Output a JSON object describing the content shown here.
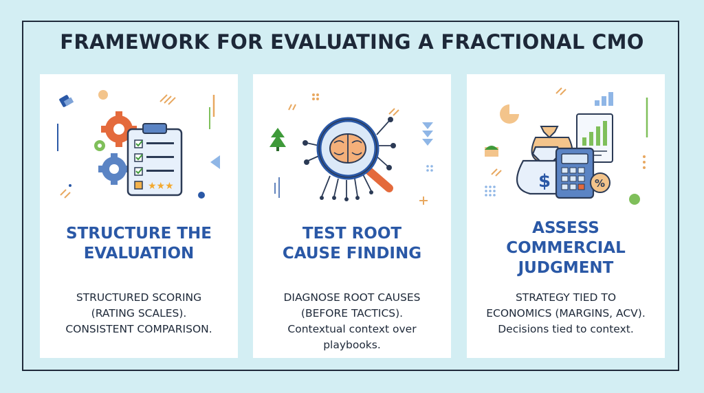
{
  "title": "FRAMEWORK FOR EVALUATING A FRACTIONAL CMO",
  "cards": [
    {
      "heading": [
        "STRUCTURE THE",
        "EVALUATION"
      ],
      "body": [
        "STRUCTURED SCORING",
        "(RATING SCALES).",
        "CONSISTENT COMPARISON."
      ],
      "icon": "clipboard-gears-icon"
    },
    {
      "heading": [
        "TEST ROOT",
        "CAUSE FINDING"
      ],
      "body": [
        "DIAGNOSE ROOT CAUSES",
        "(BEFORE TACTICS).",
        "Contextual context over",
        "playbooks."
      ],
      "icon": "brain-magnifier-icon"
    },
    {
      "heading": [
        "ASSESS",
        "COMMERCIAL",
        "JUDGMENT"
      ],
      "body": [
        "STRATEGY TIED TO",
        "ECONOMICS (MARGINS, ACV).",
        "Decisions tied to context."
      ],
      "icon": "calculator-money-icon"
    }
  ],
  "colors": {
    "background": "#d3eef3",
    "heading": "#2a58a6",
    "text": "#1d2838",
    "accent_orange": "#e8a860",
    "accent_blue": "#5b84c4",
    "accent_green": "#7fbf5a"
  }
}
